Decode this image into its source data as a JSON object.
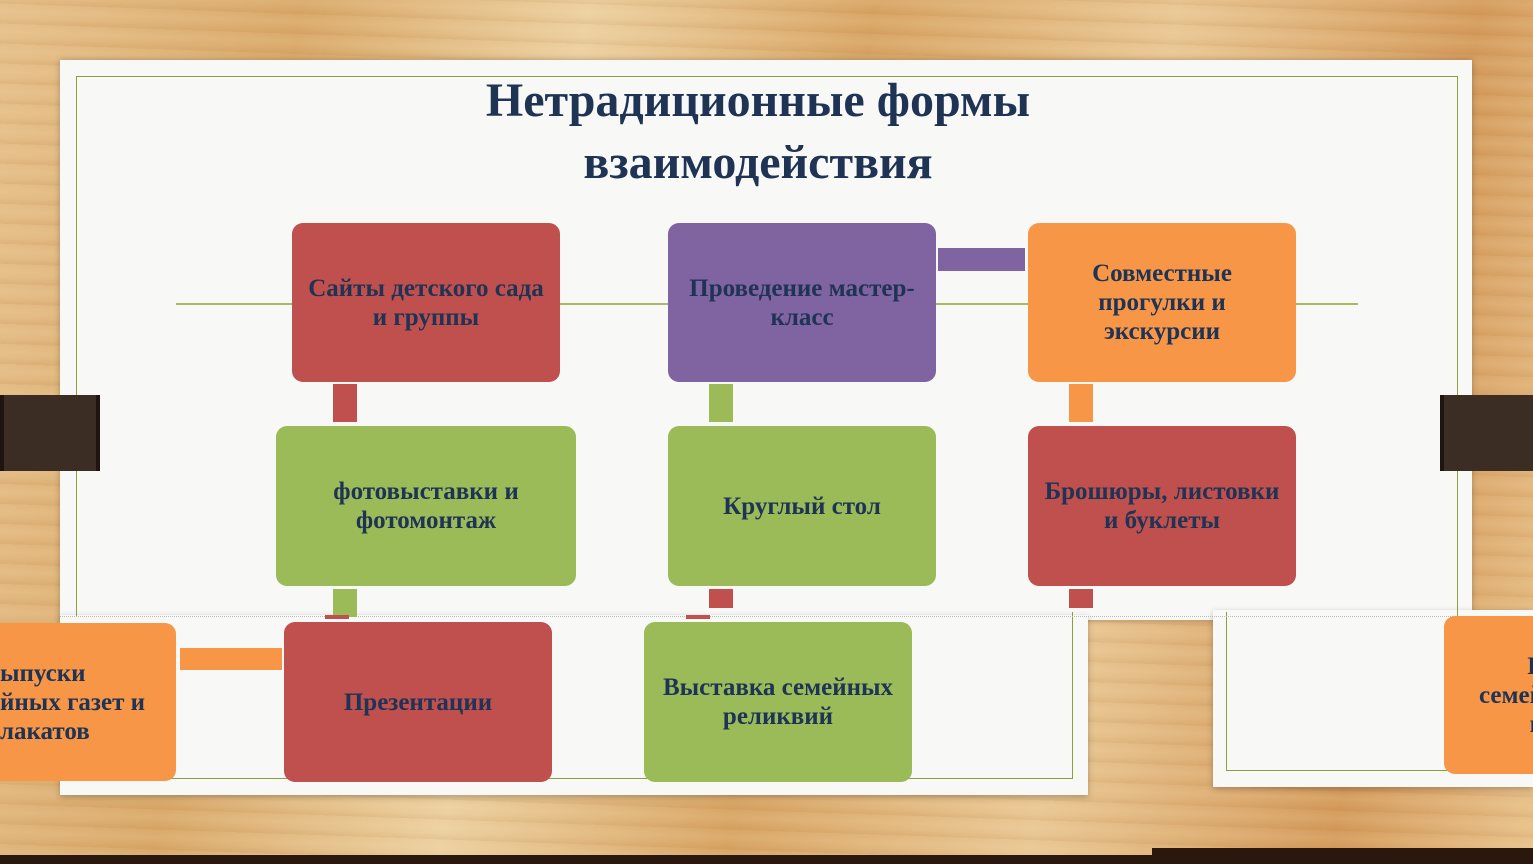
{
  "title": {
    "line1": "Нетрадиционные формы",
    "line2": "взаимодействия"
  },
  "boxes": {
    "sites": "Сайты детского сада и группы",
    "master_class": "Проведение мастер-класс",
    "walks": "Совместные прогулки и экскурсии",
    "photo": "фотовыставки и фотомонтаж",
    "round_table": "Круглый стол",
    "brochures": "Брошюры, листовки и буклеты",
    "presentations": "Презентации",
    "relics": "Выставка семейных реликвий",
    "newspapers_partial": "ыпуски\nйных газет и\nлакатов",
    "right_partial": "В\nсемей\nп"
  },
  "colors": {
    "red": "#c0504d",
    "purple": "#8064a2",
    "orange": "#f79646",
    "green": "#9bbb59",
    "title": "#1f3355",
    "frame": "#8aa03c"
  }
}
